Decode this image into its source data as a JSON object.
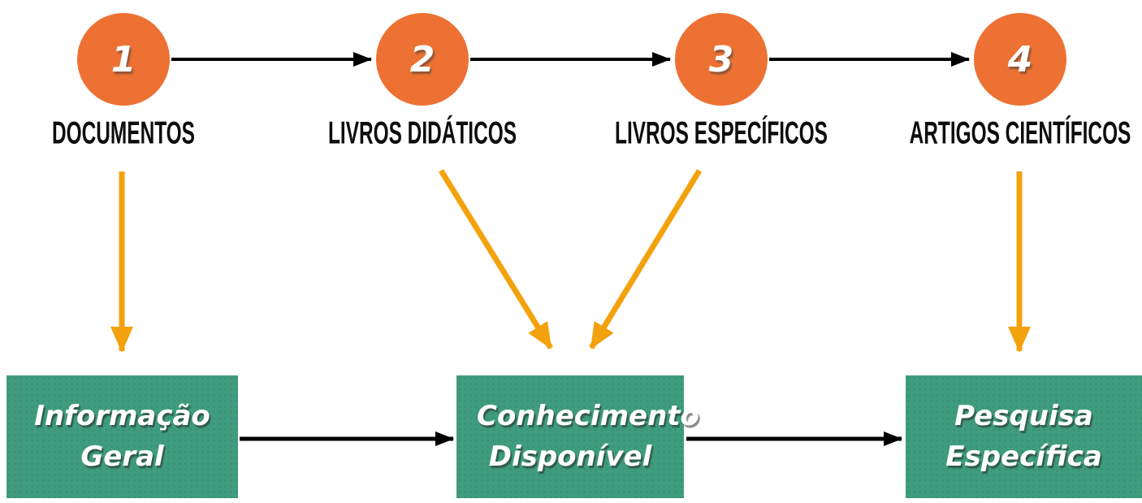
{
  "diagram": {
    "title_implicit": "Fluxo de fontes de informação",
    "steps": [
      {
        "number": "1",
        "label": "DOCUMENTOS"
      },
      {
        "number": "2",
        "label": "LIVROS DIDÁTICOS"
      },
      {
        "number": "3",
        "label": "LIVROS ESPECÍFICOS"
      },
      {
        "number": "4",
        "label": "ARTIGOS CIENTÍFICOS"
      }
    ],
    "boxes": [
      {
        "label": "Informação Geral"
      },
      {
        "label": "Conhecimento Disponível"
      },
      {
        "label": "Pesquisa Específica"
      }
    ],
    "connections": {
      "top_row": "1 → 2 → 3 → 4",
      "documentos_to": "Informação Geral",
      "livros_didaticos_to": "Conhecimento Disponível",
      "livros_especificos_to": "Conhecimento Disponível",
      "artigos_cientificos_to": "Pesquisa Específica",
      "bottom_row": "Informação Geral → Conhecimento Disponível → Pesquisa Específica"
    },
    "colors": {
      "circle_orange": "#ED7132",
      "arrow_orange": "#F3A20D",
      "box_green": "#3F9C7E",
      "arrow_black": "#000000",
      "label_black": "#0D0D0D",
      "background": "#FFFFFF"
    }
  }
}
